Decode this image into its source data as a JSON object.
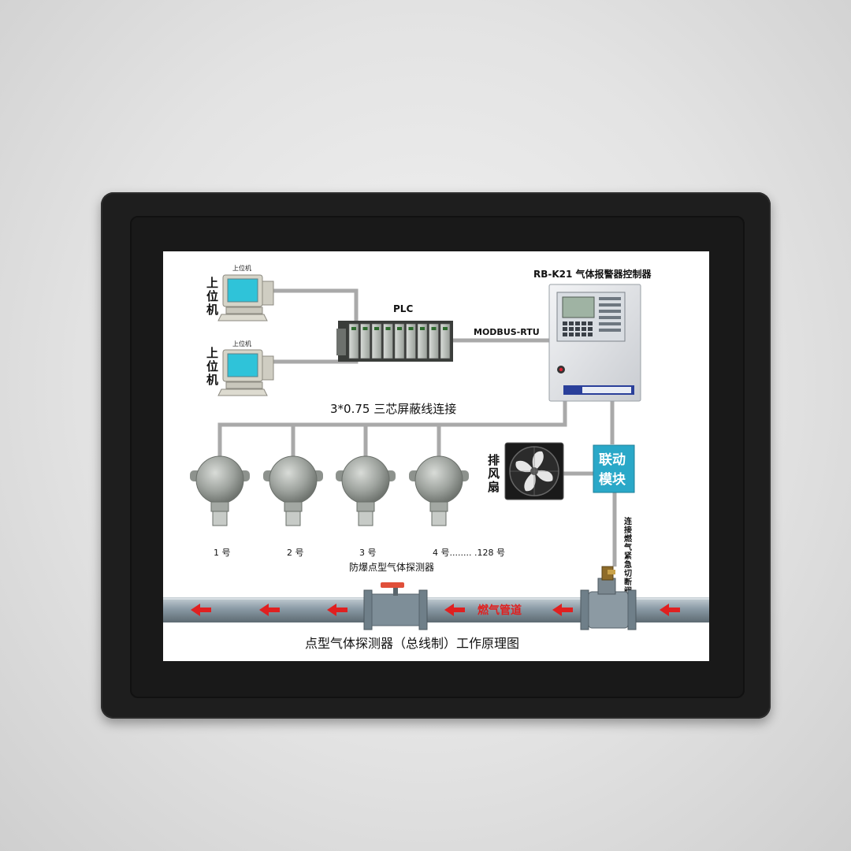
{
  "diagram": {
    "title": "点型气体探测器（总线制）工作原理图",
    "upper_pc_side_label": "上位机",
    "upper_pc_small_label": "上位机",
    "plc_label": "PLC",
    "protocol_label": "MODBUS-RTU",
    "controller_label": "RB-K21 气体报警器控制器",
    "bus_cable_label": "3*0.75 三芯屏蔽线连接",
    "exhaust_fan_label": "排风扇",
    "linkage_module_label": "联动模块",
    "valve_link_label": "连接燃气紧急切断阀",
    "detector_numbers": [
      "1 号",
      "2 号",
      "3 号",
      "4 号........ .128 号"
    ],
    "detector_caption": "防爆点型气体探测器",
    "pipe_label": "燃气管道"
  },
  "colors": {
    "screen_bg": "#ffffff",
    "wire": "#a9a9a9",
    "pipe": "#8a9aa6",
    "flow_arrow": "#e02020",
    "linkage_module_bg": "#2aa8c8",
    "bezel": "#1e1e1e"
  },
  "icons": [
    "computer-icon",
    "plc-rack-icon",
    "controller-cabinet-icon",
    "gas-detector-icon",
    "fan-icon",
    "valve-icon",
    "arrow-left-icon"
  ]
}
